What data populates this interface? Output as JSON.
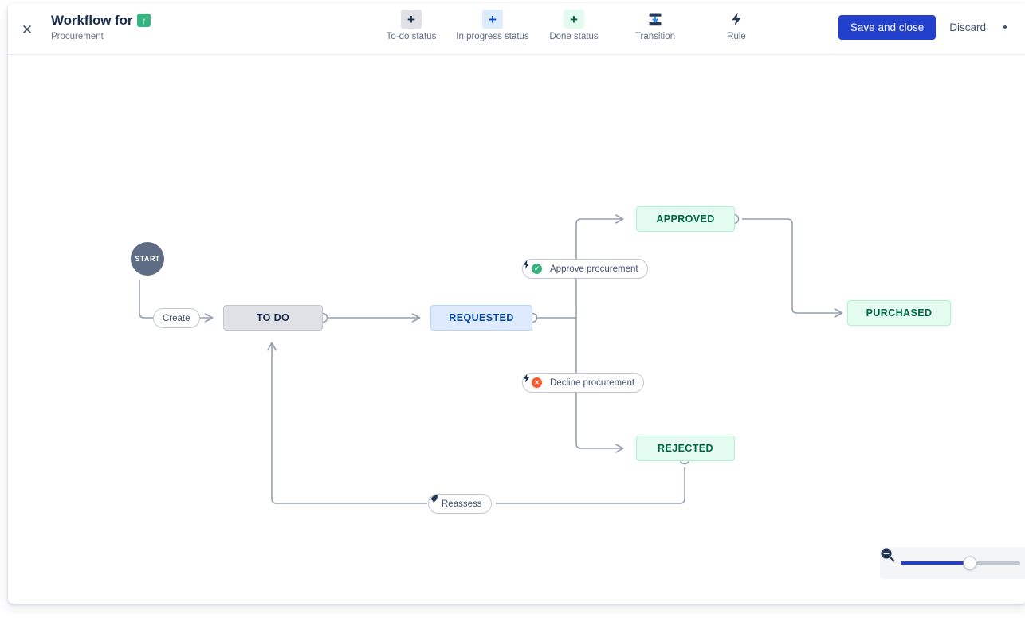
{
  "header": {
    "close_label": "✕",
    "title": "Workflow for",
    "project_initial": "↑",
    "subtitle": "Procurement",
    "tools": [
      {
        "icon": "plus-icon",
        "glyph": "+",
        "label": "To-do status"
      },
      {
        "icon": "plus-icon",
        "glyph": "+",
        "label": "In progress status"
      },
      {
        "icon": "plus-icon",
        "glyph": "+",
        "label": "Done status"
      },
      {
        "icon": "transition-icon",
        "glyph": "⤓",
        "label": "Transition"
      },
      {
        "icon": "rule-lightning-icon",
        "glyph": "⚡",
        "label": "Rule"
      }
    ],
    "save_label": "Save and close",
    "discard_label": "Discard",
    "more_label": "•"
  },
  "canvas": {
    "start_label": "START",
    "nodes": [
      {
        "id": "todo",
        "label": "TO DO",
        "type": "todo"
      },
      {
        "id": "requested",
        "label": "REQUESTED",
        "type": "blue"
      },
      {
        "id": "approved",
        "label": "APPROVED",
        "type": "green"
      },
      {
        "id": "rejected",
        "label": "REJECTED",
        "type": "green"
      },
      {
        "id": "purchased",
        "label": "PURCHASED",
        "type": "green"
      }
    ],
    "transitions": [
      {
        "id": "create",
        "label": "Create",
        "badge": "none",
        "bolt": false,
        "rocket": false
      },
      {
        "id": "approve",
        "label": "Approve procurement",
        "badge": "success",
        "bolt": true,
        "rocket": false
      },
      {
        "id": "decline",
        "label": "Decline procurement",
        "badge": "error",
        "bolt": true,
        "rocket": false
      },
      {
        "id": "reassess",
        "label": "Reassess",
        "badge": "none",
        "bolt": false,
        "rocket": true
      }
    ],
    "badge_glyphs": {
      "success": "✓",
      "error": "✕"
    },
    "bolt_glyph": "⚡",
    "rocket_glyph": "◤"
  },
  "zoom_control": {
    "zoom_out_icon": "zoom-out-icon",
    "value_percent": 58
  },
  "colors": {
    "accent": "#2340CC",
    "todo_bg": "#DFE1E6",
    "inprogress_bg": "#DEEBFF",
    "done_bg": "#E3FCEF",
    "start_node": "#5E6C84",
    "edge": "#97A0AF",
    "success": "#36B37E",
    "error": "#FF5630"
  }
}
